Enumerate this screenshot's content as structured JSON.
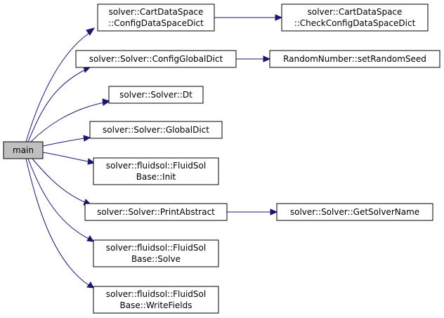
{
  "colors": {
    "edge": "#191970",
    "root_fill": "#bfbfbf",
    "node_fill": "#ffffff",
    "node_border": "#000000"
  },
  "nodes": {
    "main": [
      "main"
    ],
    "cart_config": [
      "solver::CartDataSpace",
      "::ConfigDataSpaceDict"
    ],
    "cart_check": [
      "solver::CartDataSpace",
      "::CheckConfigDataSpaceDict"
    ],
    "config_global": [
      "solver::Solver::ConfigGlobalDict"
    ],
    "random_seed": [
      "RandomNumber::setRandomSeed"
    ],
    "dt": [
      "solver::Solver::Dt"
    ],
    "global_dict": [
      "solver::Solver::GlobalDict"
    ],
    "fluid_init": [
      "solver::fluidsol::FluidSol",
      "Base::Init"
    ],
    "print_abstract": [
      "solver::Solver::PrintAbstract"
    ],
    "get_solver_name": [
      "solver::Solver::GetSolverName"
    ],
    "fluid_solve": [
      "solver::fluidsol::FluidSol",
      "Base::Solve"
    ],
    "fluid_write": [
      "solver::fluidsol::FluidSol",
      "Base::WriteFields"
    ]
  }
}
